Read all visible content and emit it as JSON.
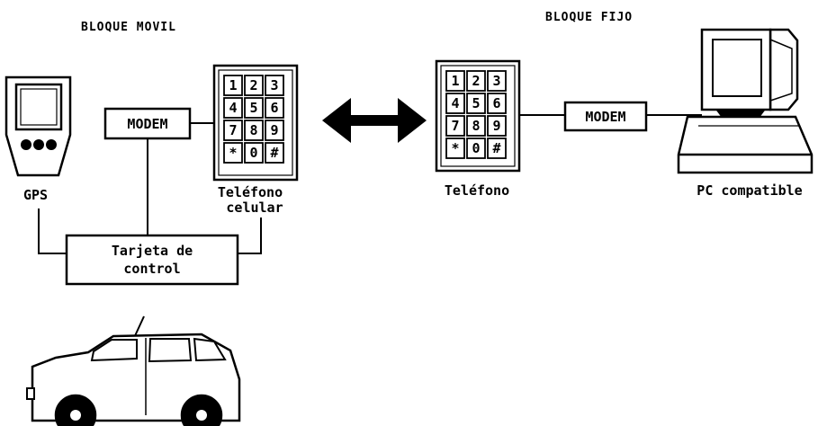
{
  "headers": {
    "mobile": "BLOQUE MOVIL",
    "fixed": "BLOQUE FIJO"
  },
  "mobile": {
    "gps_label": "GPS",
    "modem_label": "MODEM",
    "phone_label_line1": "Teléfono",
    "phone_label_line2": "celular",
    "control_line1": "Tarjeta de",
    "control_line2": "control",
    "keypad": [
      "1",
      "2",
      "3",
      "4",
      "5",
      "6",
      "7",
      "8",
      "9",
      "*",
      "0",
      "#"
    ]
  },
  "fixed": {
    "phone_label": "Teléfono",
    "modem_label": "MODEM",
    "pc_label": "PC compatible",
    "keypad": [
      "1",
      "2",
      "3",
      "4",
      "5",
      "6",
      "7",
      "8",
      "9",
      "*",
      "0",
      "#"
    ]
  },
  "colors": {
    "ink": "#000000",
    "paper": "#ffffff"
  },
  "icons": [
    "gps-device-icon",
    "cell-phone-keypad-icon",
    "bidirectional-arrow-icon",
    "desk-phone-keypad-icon",
    "pc-computer-icon",
    "car-icon"
  ]
}
